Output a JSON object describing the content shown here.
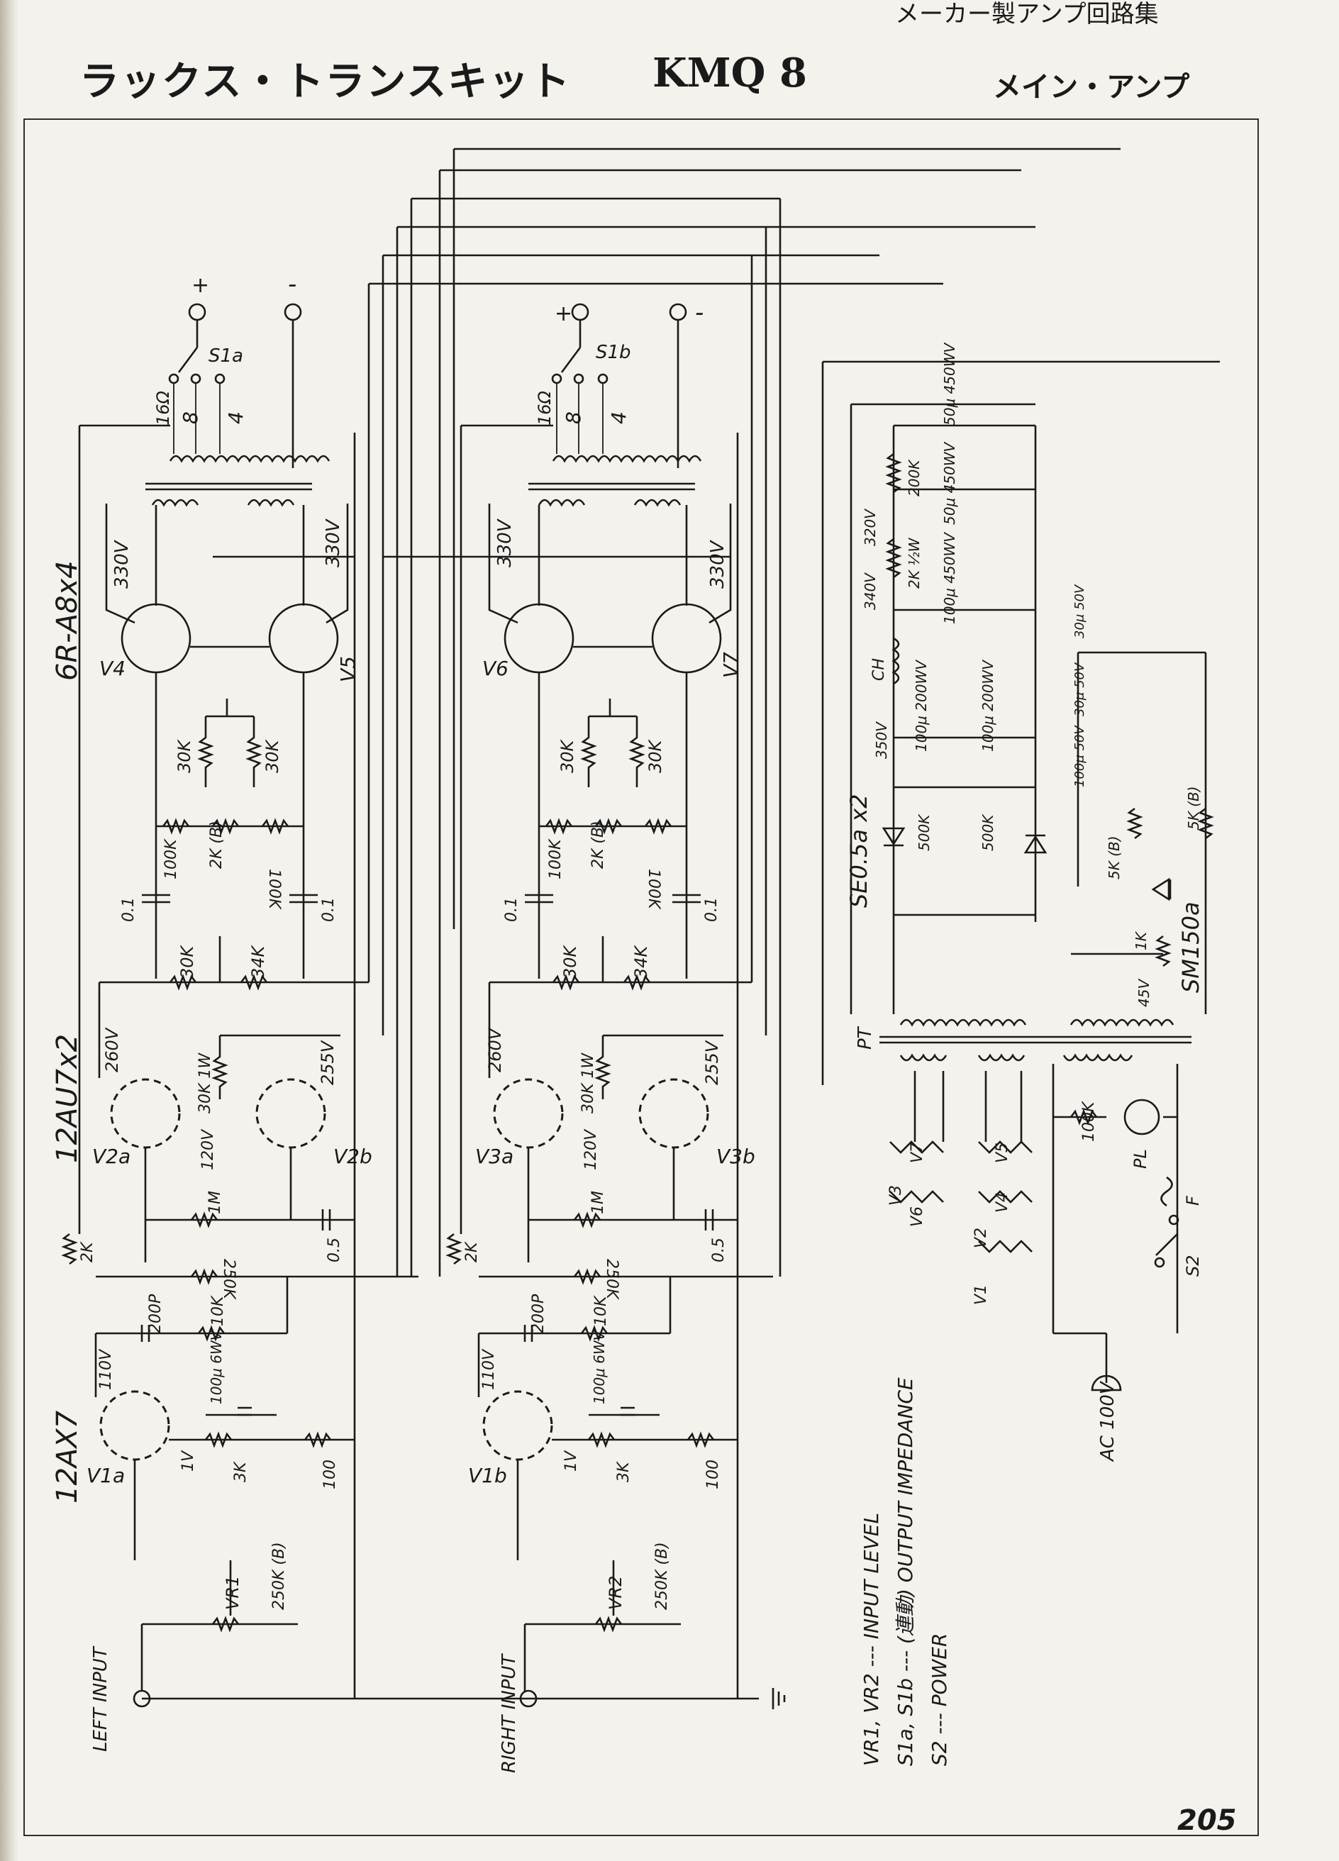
{
  "header": {
    "running_head": "メーカー製アンプ回路集",
    "title": "ラックス・トランスキット",
    "model": "KMQ 8",
    "subtitle": "メイン・アンプ"
  },
  "page_number": "205",
  "tubes": {
    "output": "6R-A8x4",
    "driver": "12AU7x2",
    "input": "12AX7",
    "rectifier": "SE0.5a x2",
    "regulator": "SM150a",
    "v4": "V4",
    "v5": "V5",
    "v6": "V6",
    "v7": "V7",
    "v2a": "V2a",
    "v2b": "V2b",
    "v3a": "V3a",
    "v3b": "V3b",
    "v1a": "V1a",
    "v1b": "V1b"
  },
  "components": {
    "r_2k": "2K",
    "r_100k": "100K",
    "r_30k": "30K",
    "r_2k_b": "2K (B)",
    "c_01": "0.1",
    "r_34k": "34K",
    "r_30k_1w": "30K 1W",
    "r_1m": "1M",
    "c_05": "0.5",
    "r_250k": "250K",
    "c_200p": "200P",
    "r_10k": "10K",
    "c_100u_6wv": "100μ 6WV",
    "r_3k": "3K",
    "r_100": "100",
    "vr1": "VR1",
    "vr2": "VR2",
    "vr_250k_b": "250K (B)",
    "c_50u_450wv": "50μ 450WV",
    "r_200k": "200K",
    "r_2k_half": "2K ½W",
    "c_100u_450wv": "100μ 450WV",
    "c_100u_200wv": "100μ 200WV",
    "r_500k": "500K",
    "c_30u_50v": "30μ 50V",
    "c_100u_50v": "100μ 50V",
    "r_5k_b": "5K (B)",
    "r_1k": "1K",
    "r_pl_100k": "100K",
    "ch": "CH",
    "pt": "PT",
    "pl": "PL",
    "fuse": "F",
    "s2": "S2",
    "ac": "AC 100V",
    "s1a": "S1a",
    "s1b": "S1b",
    "imp16": "16Ω",
    "imp8": "8",
    "imp4": "4"
  },
  "voltages": {
    "v330": "330V",
    "v340": "340V",
    "v320": "320V",
    "v350": "350V",
    "v260": "260V",
    "v255": "255V",
    "v120": "120V",
    "v110": "110V",
    "v1": "1V",
    "v45": "45V"
  },
  "io": {
    "left_input": "LEFT INPUT",
    "right_input": "RIGHT INPUT",
    "plus": "+",
    "minus": "-"
  },
  "heaters": {
    "h1": "V3",
    "h2": "V6",
    "h3": "V7",
    "h4": "V2",
    "h5": "V4",
    "h6": "V5",
    "h7": "V1"
  },
  "legend": {
    "line1": "VR1, VR2 --- INPUT LEVEL",
    "line2": "S1a, S1b --- (連動) OUTPUT IMPEDANCE",
    "line3": "S2 --- POWER"
  }
}
